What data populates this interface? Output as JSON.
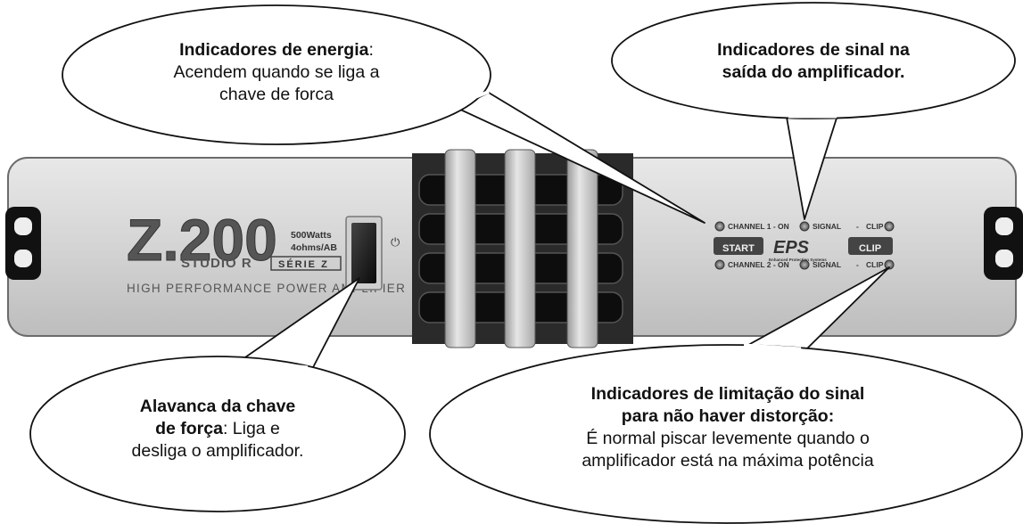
{
  "device": {
    "brand_logo": "Z.200",
    "model_line": "STUDIO R",
    "series_badge": "SÉRIE Z",
    "power_spec_line1": "500Watts",
    "power_spec_line2": "4ohms/AB",
    "subtitle": "HIGH PERFORMANCE POWER AMPLIFIER",
    "power_symbol": "⏻",
    "ch1_on": "CHANNEL 1 - ON",
    "ch2_on": "CHANNEL 2 - ON",
    "signal": "SIGNAL",
    "dash": "-",
    "clip": "CLIP",
    "start_badge": "START",
    "clip_badge": "CLIP",
    "eps_logo": "EPS",
    "eps_subtitle": "Enhanced Protection Systems"
  },
  "callouts": {
    "energy_bold": "Indicadores de energia",
    "energy_colon": ":",
    "energy_line2": "Acendem quando se liga a",
    "energy_line3": "chave de forca",
    "signal_line1": "Indicadores de sinal na",
    "signal_line2": "saída do amplificador.",
    "lever_line1": "Alavanca da chave",
    "lever_bold2": "de força",
    "lever_line2_rest": ": Liga e",
    "lever_line3": "desliga o amplificador.",
    "limit_line1": "Indicadores de limitação do sinal",
    "limit_line2": "para não haver distorção:",
    "limit_line3": "É normal piscar levemente quando o",
    "limit_line4": "amplificador está na máxima potência"
  }
}
